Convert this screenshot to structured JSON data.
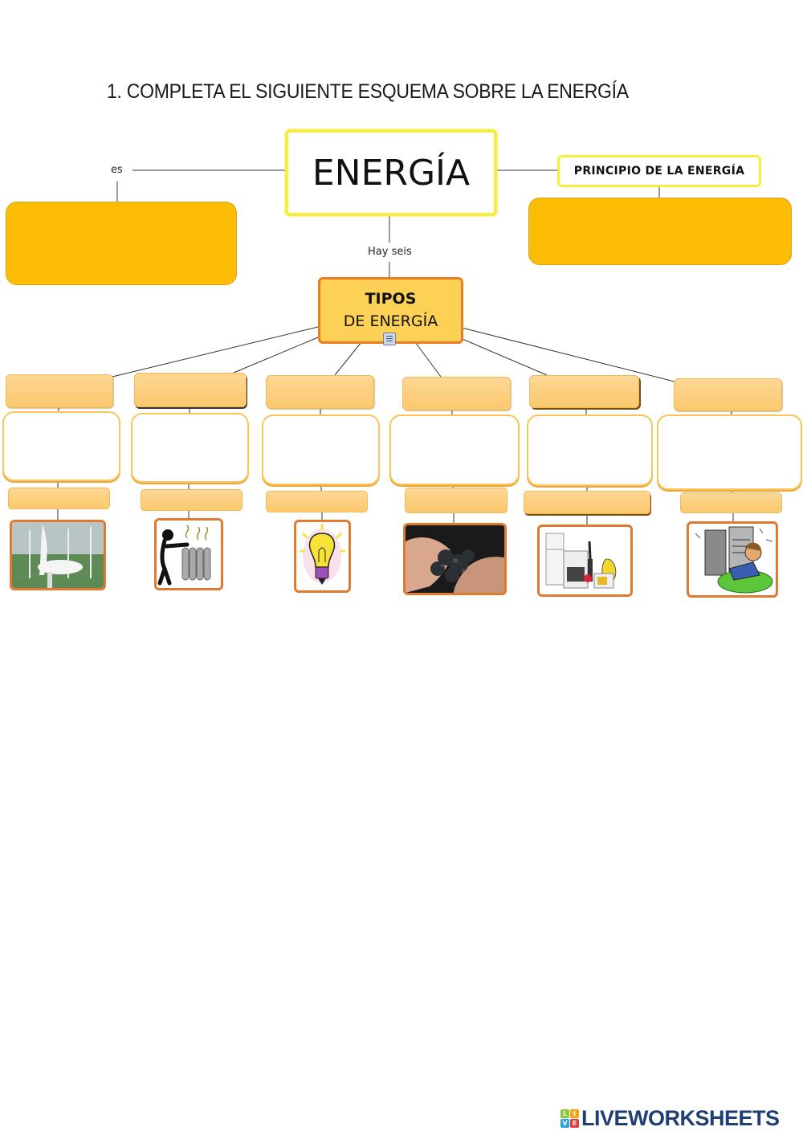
{
  "title": "1. COMPLETA EL SIGUIENTE ESQUEMA SOBRE LA ENERGÍA",
  "map": {
    "main_node": "ENERGÍA",
    "left_connector_label": "es",
    "left_answer_value": "",
    "right_node": "PRINCIPIO DE LA ENERGÍA",
    "right_answer_value": "",
    "center_connector_label": "Hay seis",
    "types_node_line1": "TIPOS",
    "types_node_line2": "DE ENERGÍA",
    "note_icon": "note-icon"
  },
  "types": [
    {
      "name_value": "",
      "description_value": "",
      "example_value": "",
      "image": "wind-turbine-photo"
    },
    {
      "name_value": "",
      "description_value": "",
      "example_value": "",
      "image": "person-heating-radiator-illustration"
    },
    {
      "name_value": "",
      "description_value": "",
      "example_value": "",
      "image": "light-bulb-illustration"
    },
    {
      "name_value": "",
      "description_value": "",
      "example_value": "",
      "image": "hands-holding-coal-photo"
    },
    {
      "name_value": "",
      "description_value": "",
      "example_value": "",
      "image": "home-appliances-illustration"
    },
    {
      "name_value": "",
      "description_value": "",
      "example_value": "",
      "image": "boy-listening-loud-speakers-illustration"
    }
  ],
  "colors": {
    "main_border": "#f6ee3a",
    "answer_fill": "#fdbd05",
    "types_fill": "#fcd155",
    "types_border": "#ec7d23",
    "type_box_fill": "#fcd080",
    "image_border": "#df7a2e",
    "brand": "#1f3f74"
  },
  "footer": {
    "brand": "LIVEWORKSHEETS",
    "logo_letters": [
      "L",
      "I",
      "V",
      "E"
    ]
  }
}
